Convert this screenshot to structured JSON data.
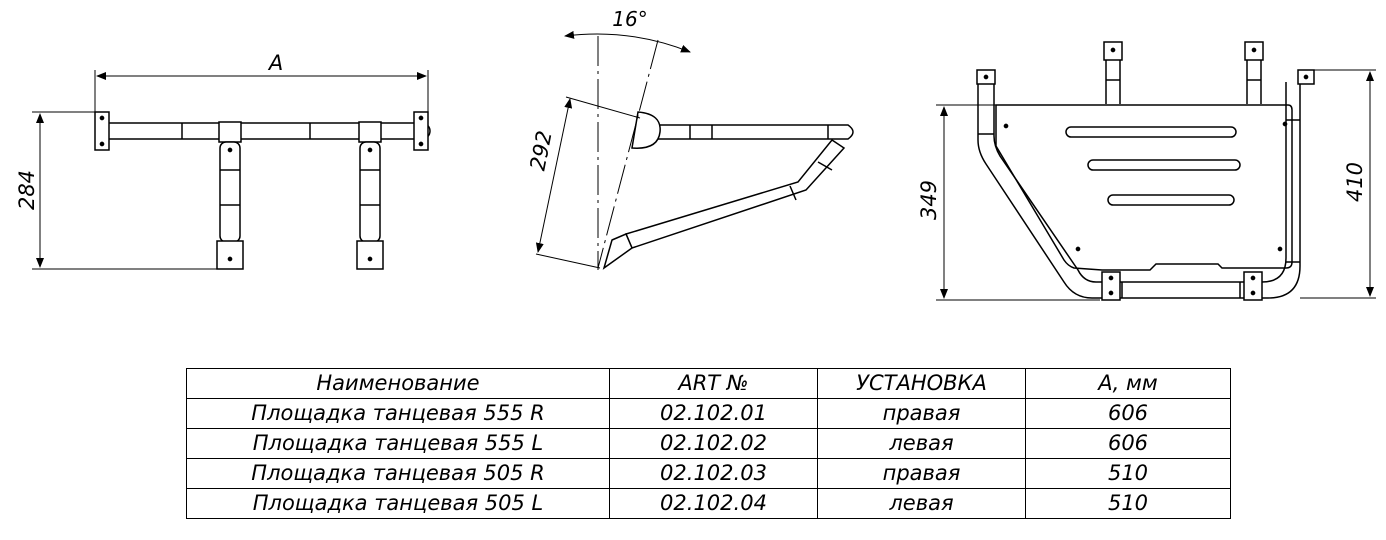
{
  "drawing": {
    "dim_a": "A",
    "dim_height_front": "284",
    "dim_angle": "16°",
    "dim_side_length": "292",
    "dim_height_top": "349",
    "dim_height_total": "410"
  },
  "table": {
    "headers": [
      "Наименование",
      "ART №",
      "УСТАНОВКА",
      "А, мм"
    ],
    "rows": [
      [
        "Площадка танцевая 555 R",
        "02.102.01",
        "правая",
        "606"
      ],
      [
        "Площадка танцевая 555 L",
        "02.102.02",
        "левая",
        "606"
      ],
      [
        "Площадка танцевая 505 R",
        "02.102.03",
        "правая",
        "510"
      ],
      [
        "Площадка танцевая 505 L",
        "02.102.04",
        "левая",
        "510"
      ]
    ]
  }
}
